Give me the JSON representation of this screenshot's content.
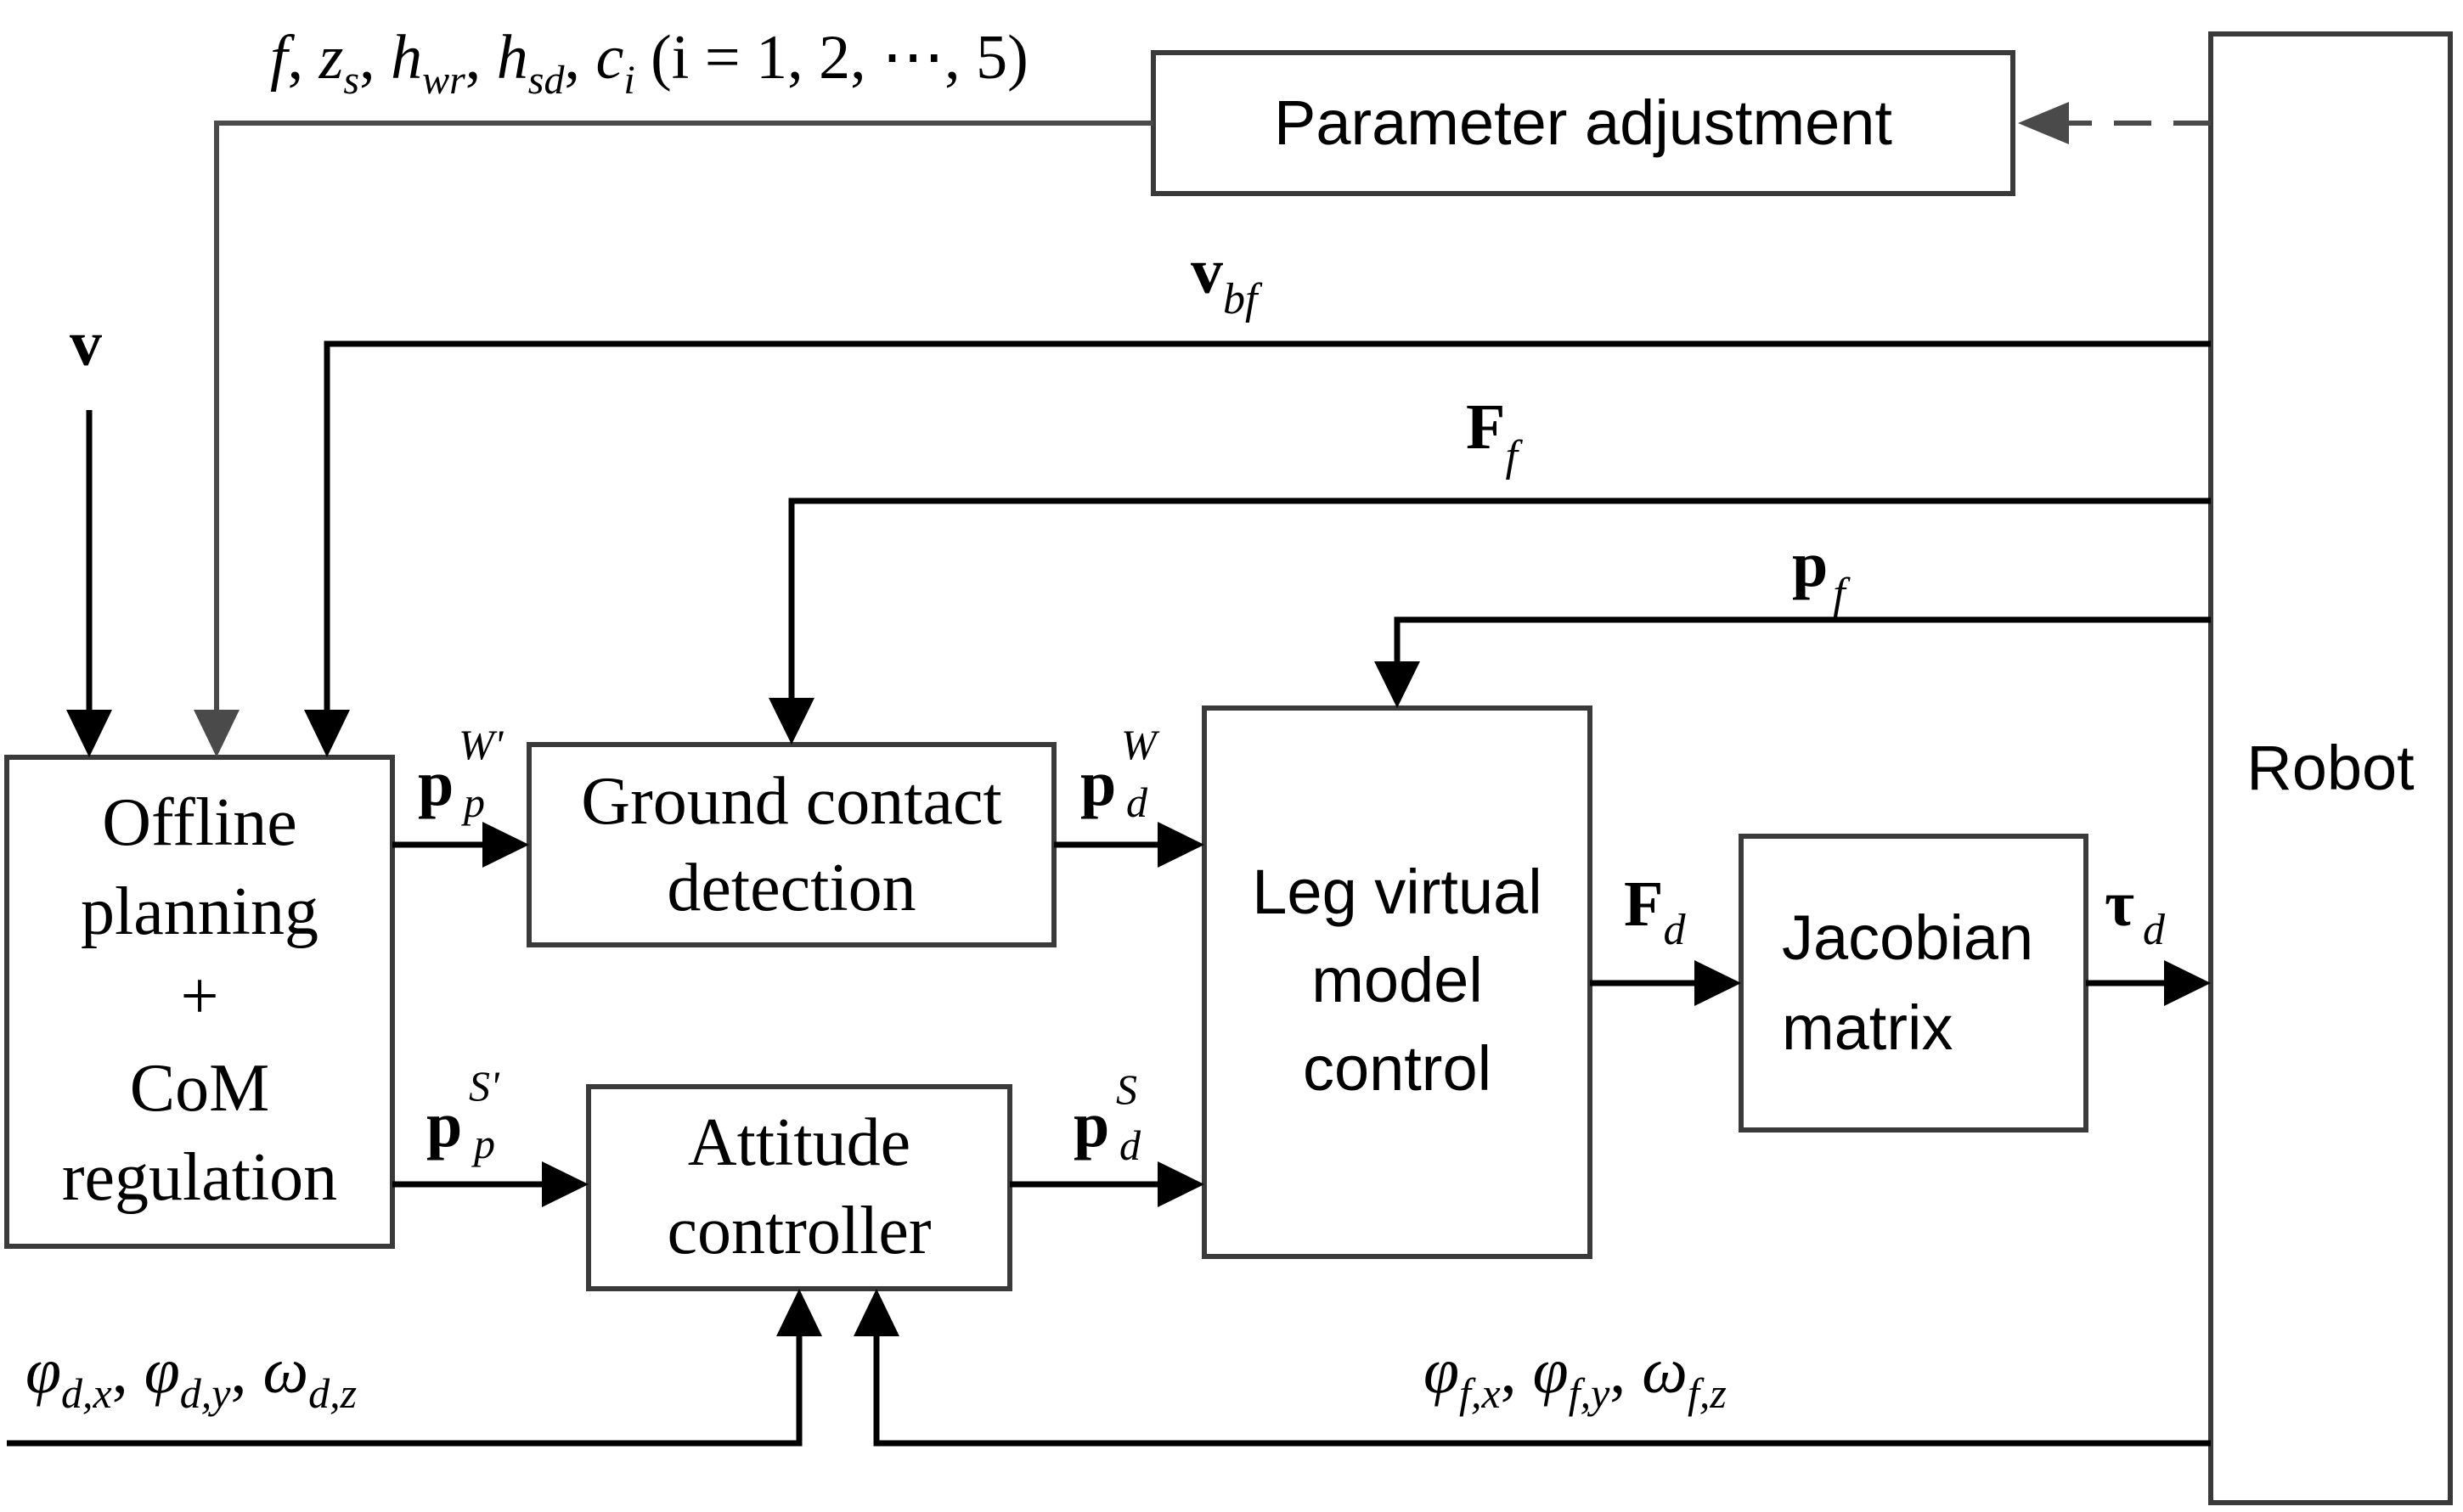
{
  "blocks": {
    "parameter_adjustment": "Parameter adjustment",
    "robot": "Robot",
    "offline_planning": [
      "Offline",
      "planning",
      "+",
      "CoM",
      "regulation"
    ],
    "ground_contact": [
      "Ground contact",
      "detection"
    ],
    "attitude_controller": [
      "Attitude",
      "controller"
    ],
    "leg_vmc": [
      "Leg virtual",
      "model",
      "control"
    ],
    "jacobian": [
      "Jacobian",
      "matrix"
    ]
  },
  "signals": {
    "params": {
      "f": "f",
      "zs_base": "z",
      "zs_sub": "s",
      "hwr_base": "h",
      "hwr_sub": "wr",
      "hsd_base": "h",
      "hsd_sub": "sd",
      "ci_base": "c",
      "ci_sub": "i",
      "range": "(i = 1, 2, ⋯, 5)"
    },
    "v": "v",
    "vbf": {
      "base": "v",
      "sub": "bf"
    },
    "Ff": {
      "base": "F",
      "sub": "f"
    },
    "pf": {
      "base": "p",
      "sub": "f"
    },
    "ppW": {
      "base": "p",
      "sub": "p",
      "sup": "W'"
    },
    "pdW": {
      "base": "p",
      "sub": "d",
      "sup": "W"
    },
    "ppS": {
      "base": "p",
      "sub": "p",
      "sup": "S'"
    },
    "pdS": {
      "base": "p",
      "sub": "d",
      "sup": "S"
    },
    "Fd": {
      "base": "F",
      "sub": "d"
    },
    "tau": {
      "base": "τ",
      "sub": "d"
    },
    "desired_att": {
      "phi": "φ",
      "omega": "ω",
      "sub_x": "d,x",
      "sub_y": "d,y",
      "sub_z": "d,z"
    },
    "feedback_att": {
      "phi": "φ",
      "omega": "ω",
      "sub_x": "f,x",
      "sub_y": "f,y",
      "sub_z": "f,z"
    }
  },
  "colors": {
    "wire": "#000000",
    "box_border": "#3a3a3a",
    "feedback_gray": "#4a4a4a"
  }
}
